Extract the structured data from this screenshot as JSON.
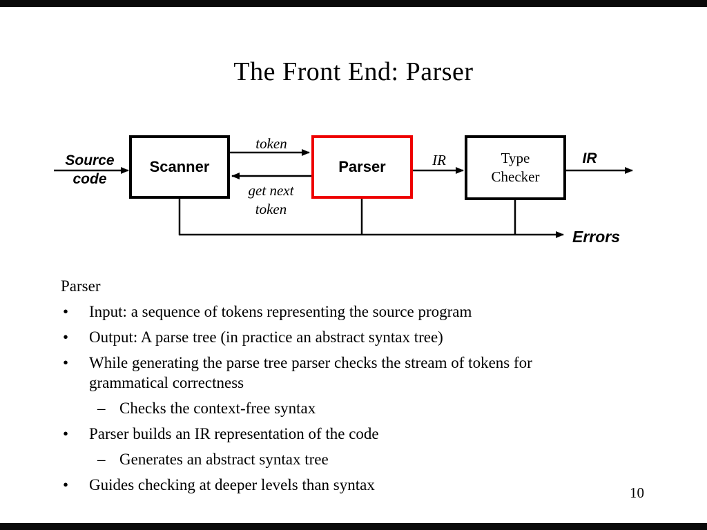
{
  "slide": {
    "title": "The Front End: Parser",
    "page_number": "10",
    "colors": {
      "accent_red": "#ee0000",
      "line_black": "#000000"
    }
  },
  "diagram": {
    "boxes": {
      "scanner": {
        "label": "Scanner"
      },
      "parser": {
        "label": "Parser"
      },
      "type_checker": {
        "label_line1": "Type",
        "label_line2": "Checker"
      }
    },
    "labels": {
      "source_line1": "Source",
      "source_line2": "code",
      "token": "token",
      "get_next_line1": "get next",
      "get_next_line2": "token",
      "ir_mid": "IR",
      "ir_out": "IR",
      "errors": "Errors"
    }
  },
  "body": {
    "heading": "Parser",
    "items": [
      {
        "marker": "•",
        "text": "Input: a sequence of tokens representing the source program"
      },
      {
        "marker": "•",
        "text": "Output: A parse tree (in practice an abstract syntax tree)"
      },
      {
        "marker": "•",
        "text": "While generating the parse tree parser checks the stream of tokens for",
        "text2": "grammatical correctness"
      },
      {
        "marker": "–",
        "text": "Checks the context-free syntax"
      },
      {
        "marker": "•",
        "text": "Parser builds an IR representation of the code"
      },
      {
        "marker": "–",
        "text": "Generates an abstract syntax tree"
      },
      {
        "marker": "•",
        "text": "Guides checking at deeper levels than syntax"
      }
    ]
  }
}
